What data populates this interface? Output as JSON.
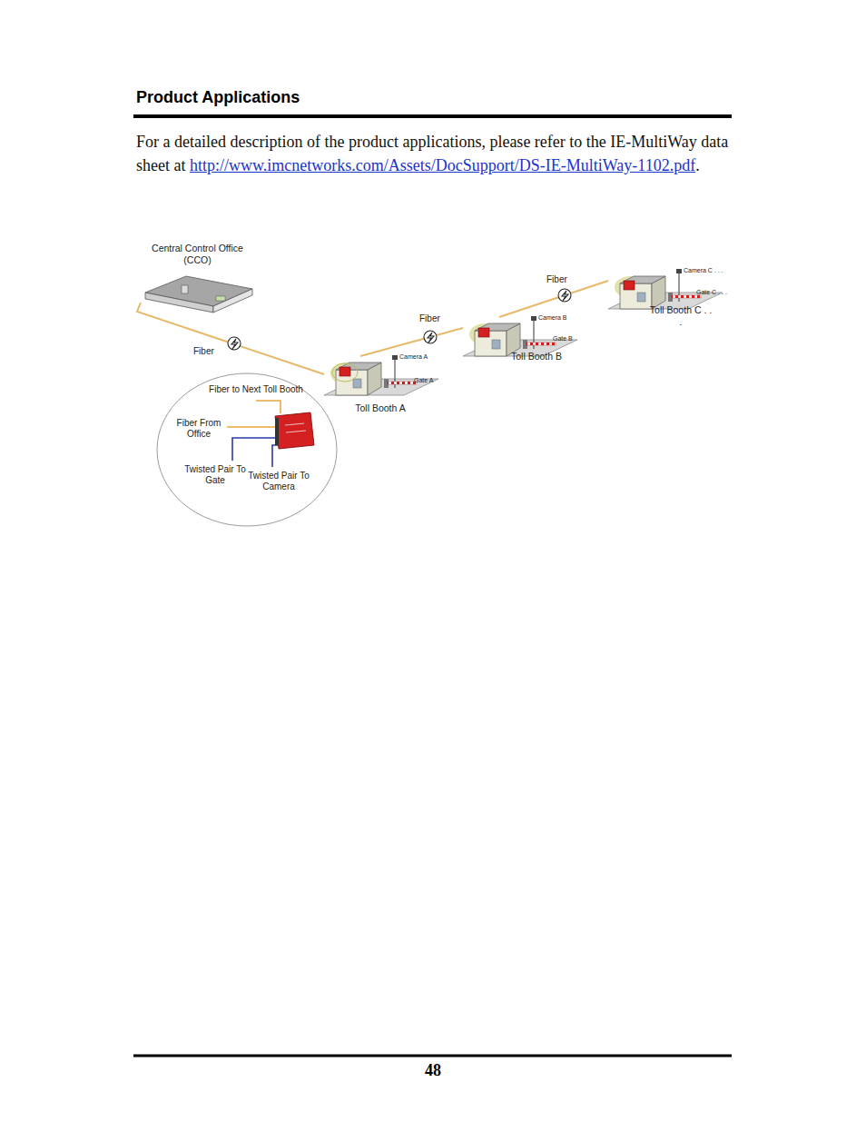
{
  "diagram": {
    "title": "Product Applications",
    "nodes": [
      {
        "text": [
          "Central Control Office (CCO)"
        ]
      },
      {
        "text": [
          "Toll Booth A"
        ]
      },
      {
        "text": [
          "Toll Booth B"
        ]
      },
      {
        "text": [
          "Toll Booth C . . ."
        ]
      },
      {
        "text": [
          "Fiber to Next Toll Booth",
          "Fiber From Office",
          "Twisted Pair To Gate",
          "Twisted Pair To Camera"
        ]
      }
    ],
    "edges": [
      {
        "from": 0,
        "to": 1,
        "label": "Fiber",
        "arrow": "none"
      },
      {
        "from": 1,
        "to": 2,
        "label": "Fiber",
        "arrow": "none"
      },
      {
        "from": 2,
        "to": 3,
        "label": "Fiber",
        "arrow": "none"
      }
    ],
    "labels": [
      "For a detailed description of the product applications, please refer to the IE-MultiWay data sheet at",
      "http://www.imcnetworks.com/Assets/DocSupport/DS-IE-MultiWay-1102.pdf",
      ".",
      "Camera A",
      "Gate A",
      "Camera B",
      "Gate B",
      "Camera C . . .",
      "Gate C . . .",
      "48"
    ]
  }
}
